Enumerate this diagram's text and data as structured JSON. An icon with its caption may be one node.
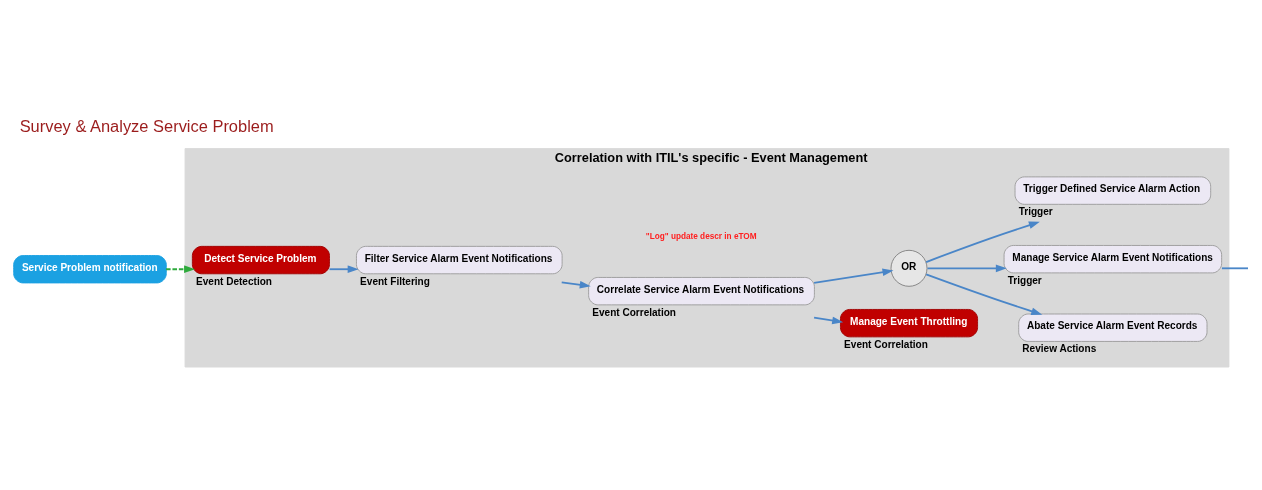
{
  "diagram": {
    "title": "Survey & Analyze Service Problem",
    "nodes": [
      {
        "text": [
          "Correlation with ITIL's specific - Event Management"
        ]
      },
      {
        "text": [
          "Service Problem notification"
        ]
      },
      {
        "text": [
          "Detect Service Problem"
        ],
        "in": 0,
        "beside": [
          "Event Detection"
        ]
      },
      {
        "text": [
          "Filter Service Alarm Event Notifications"
        ],
        "in": 0,
        "beside": [
          "Event Filtering"
        ]
      },
      {
        "text": [
          "Correlate Service Alarm Event Notifications"
        ],
        "in": 0,
        "beside": [
          "Event Correlation"
        ]
      },
      {
        "text": [
          "Manage Event Throttling"
        ],
        "in": 0,
        "beside": [
          "Event Correlation"
        ]
      },
      {
        "text": [
          "OR"
        ],
        "in": 0
      },
      {
        "text": [
          "Abate Service Alarm Event Records"
        ],
        "in": 0,
        "beside": [
          "Review Actions"
        ]
      },
      {
        "text": [
          "Manage Service Alarm Event Notifications"
        ],
        "in": 0,
        "beside": [
          "Trigger"
        ]
      },
      {
        "text": [
          "Trigger Defined Service Alarm Action"
        ],
        "in": 0,
        "beside": [
          "Trigger"
        ]
      }
    ],
    "edges": [
      {
        "from": 1,
        "to": 2,
        "arrow": "to",
        "style": "dashed",
        "color": "#2eaa3c"
      },
      {
        "from": 2,
        "to": 3,
        "arrow": "to"
      },
      {
        "from": 3,
        "to": 4,
        "arrow": "to"
      },
      {
        "from": 4,
        "to": 5,
        "arrow": "to"
      },
      {
        "from": 4,
        "to": 6,
        "arrow": "to"
      },
      {
        "from": 6,
        "to": 7,
        "arrow": "to"
      },
      {
        "from": 6,
        "to": 8,
        "arrow": "to"
      },
      {
        "from": 6,
        "to": 9,
        "arrow": "to"
      },
      {
        "from": 8,
        "to": null,
        "arrow": "none"
      }
    ],
    "labels": [
      "\"Log\" update descr in eTOM"
    ]
  }
}
